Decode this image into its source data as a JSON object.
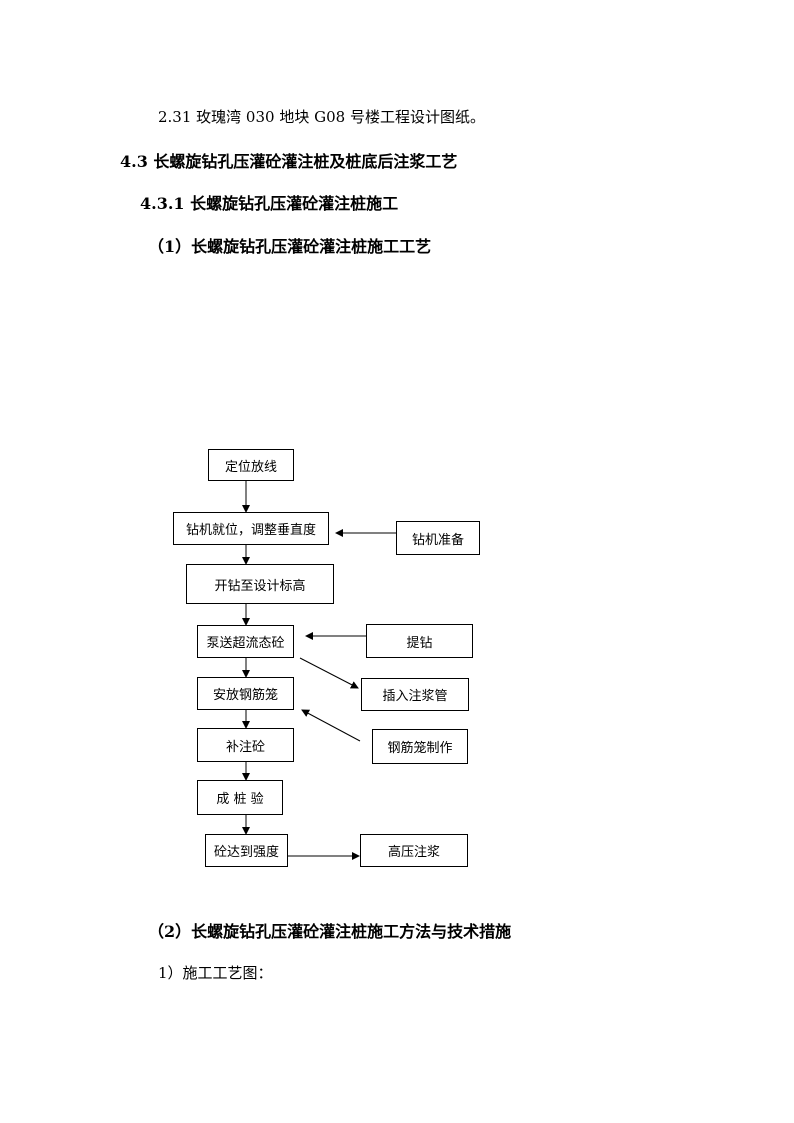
{
  "text": {
    "ref_line": "2.31 玫瑰湾 030 地块 G08 号楼工程设计图纸。",
    "heading_4_3": "4.3 长螺旋钻孔压灌砼灌注桩及桩底后注浆工艺",
    "heading_4_3_1": "4.3.1 长螺旋钻孔压灌砼灌注桩施工",
    "heading_1": "（1）长螺旋钻孔压灌砼灌注桩施工工艺",
    "heading_2": "（2）长螺旋钻孔压灌砼灌注桩施工方法与技术措施",
    "sub_1": "1）施工工艺图："
  },
  "flowchart": {
    "step_locate": "定位放线",
    "step_position": "钻机就位，调整垂直度",
    "step_drill": "开钻至设计标高",
    "step_pour": "泵送超流态砼",
    "step_cage": "安放钢筋笼",
    "step_supplement": "补注砼",
    "step_inspect": "成 桩 验",
    "step_strength": "砼达到强度",
    "side_rig_prep": "钻机准备",
    "side_lift": "提钻",
    "side_insert_pipe": "插入注浆管",
    "side_cage_make": "钢筋笼制作",
    "side_grout": "高压注浆"
  }
}
